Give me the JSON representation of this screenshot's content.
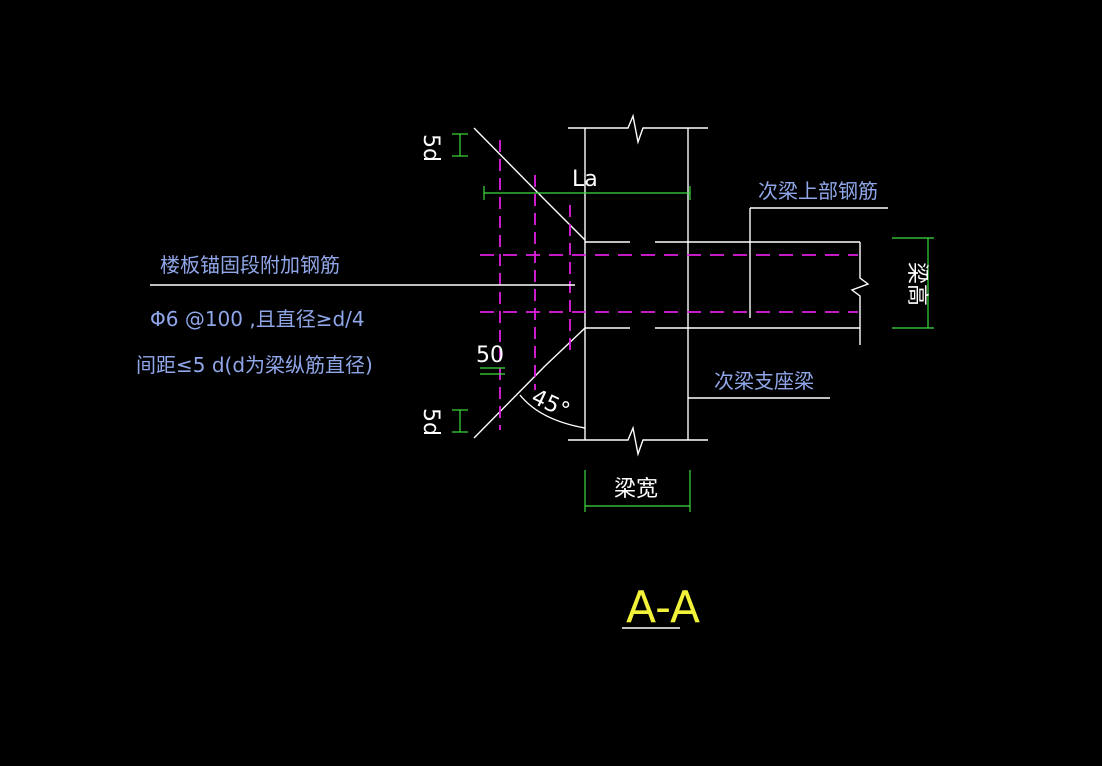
{
  "labels": {
    "slab_anchor": "楼板锚固段附加钢筋",
    "spec_line1": "Φ6 @100 ,且直径≥d/4",
    "spec_line2": "间距≤5 d(d为梁纵筋直径)",
    "secondary_top": "次梁上部钢筋",
    "support_beam": "次梁支座梁",
    "beam_height": "梁高",
    "beam_width": "梁宽",
    "la": "La",
    "fifty": "50",
    "angle": "45°",
    "five_d_top": "5d",
    "five_d_bottom": "5d",
    "section": "A-A"
  },
  "colors": {
    "background": "#000000",
    "line": "#ffffff",
    "dimension": "#3ddc3d",
    "rebar": "#e020e0",
    "label": "#8fa6e8",
    "title": "#f2f23a"
  }
}
